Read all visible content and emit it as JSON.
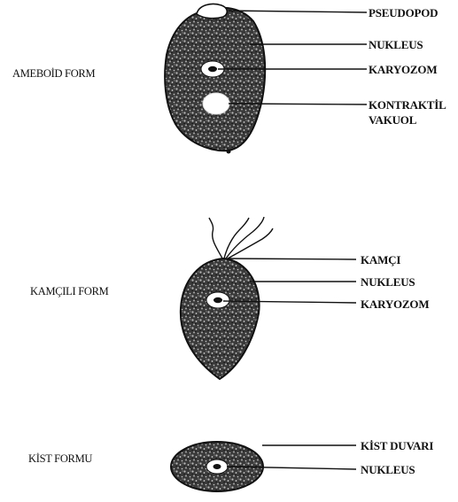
{
  "forms": [
    {
      "name": "AMEBOİD FORM",
      "callouts": [
        "PSEUDOPOD",
        "NUKLEUS",
        "KARYOZOM",
        "KONTRAKTİL",
        "VAKUOL"
      ]
    },
    {
      "name": "KAMÇILI FORM",
      "callouts": [
        "KAMÇI",
        "NUKLEUS",
        "KARYOZOM"
      ]
    },
    {
      "name": "KİST FORMU",
      "callouts": [
        "KİST DUVARI",
        "NUKLEUS"
      ]
    }
  ],
  "colors": {
    "ink": "#111111",
    "cytoplasm_dark": "#2a2a2a",
    "cytoplasm_light": "#9a9a9a",
    "background": "#ffffff"
  }
}
